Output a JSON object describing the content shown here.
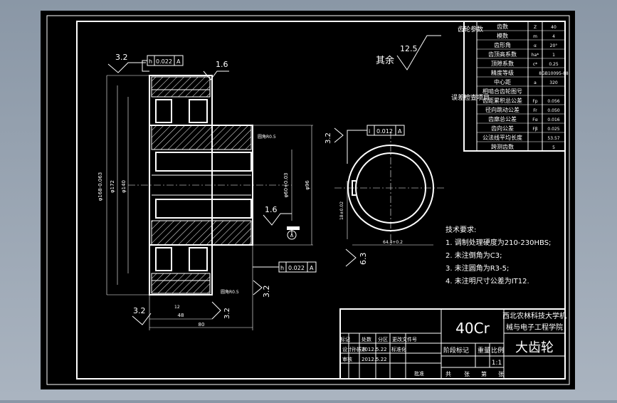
{
  "drawing": {
    "material": "40Cr",
    "part_name": "大齿轮",
    "school_line1": "西北农林科技大学机",
    "school_line2": "械与电子工程学院",
    "scale": "1:1",
    "stage_label": "阶段标记",
    "weight_label": "重量",
    "ratio_label": "比例",
    "sheet_total": "共",
    "sheet_unit": "张",
    "sheet_num": "第",
    "sheet_unit2": "张",
    "approve": "批准",
    "revision_header": [
      "标记",
      "处数",
      "分区",
      "更改文件号"
    ],
    "rows": [
      {
        "role": "设计",
        "name": "孙振东",
        "date": "2012.5.22",
        "extra": "标准化"
      },
      {
        "role": "审核",
        "name": "",
        "date": "2012.5.22",
        "extra": ""
      }
    ]
  },
  "gear_params": {
    "section1_title": "齿轮参数",
    "section2_title": "误差检查项目",
    "rows": [
      {
        "name": "齿数",
        "sym": "Z",
        "val": "40"
      },
      {
        "name": "模数",
        "sym": "m",
        "val": "4"
      },
      {
        "name": "齿形角",
        "sym": "α",
        "val": "20°"
      },
      {
        "name": "齿顶高系数",
        "sym": "ha*",
        "val": "1"
      },
      {
        "name": "顶隙系数",
        "sym": "c*",
        "val": "0.25"
      },
      {
        "name": "精度等级",
        "sym": "",
        "val": "8GB10095-88"
      },
      {
        "name": "中心距",
        "sym": "a",
        "val": "320"
      },
      {
        "name": "相啮合齿轮图号",
        "sym": "",
        "val": ""
      },
      {
        "name": "齿距累积总公差",
        "sym": "Fp",
        "val": "0.056"
      },
      {
        "name": "径向跳动公差",
        "sym": "Fr",
        "val": "0.050"
      },
      {
        "name": "齿廓总公差",
        "sym": "Fα",
        "val": "0.016"
      },
      {
        "name": "齿向公差",
        "sym": "Fβ",
        "val": "0.025"
      },
      {
        "name": "公法线平均长度",
        "sym": "",
        "val": "53.57"
      },
      {
        "name": "跨测齿数",
        "sym": "",
        "val": "5"
      }
    ]
  },
  "roughness": {
    "rest_label": "其余",
    "rest_value": "12.5",
    "top_left": "3.2",
    "top_right": "1.6",
    "bore": "1.6",
    "right_face": "3.2",
    "bottom_left": "3.2",
    "bottom_mid": "3.2",
    "keyway": "3.2",
    "keyway_side": "6.3"
  },
  "tolerance": {
    "runout_top": "0.022",
    "runout_bottom": "0.022",
    "datum": "A",
    "keyway_sym": "0.012"
  },
  "dimensions": {
    "d_tip": "φ168-0.063",
    "d_root": "φ172",
    "d_hub": "φ140",
    "bore": "φ60+0.03",
    "d_right": "φ96",
    "width_bottom": "80",
    "hub_width": "48",
    "small_b": "12",
    "chamfer": "圆角R0.5",
    "keyway_depth": "64.4+0.2",
    "keyway_width": "18±0.02",
    "note_top": "圆角R0.5",
    "datum_circle": "A"
  },
  "notes": {
    "title": "技术要求:",
    "items": [
      "1. 调制处理硬度为210-230HBS;",
      "2. 未注倒角为C3;",
      "3. 未注圆角为R3-5;",
      "4. 未注明尺寸公差为IT12."
    ]
  }
}
